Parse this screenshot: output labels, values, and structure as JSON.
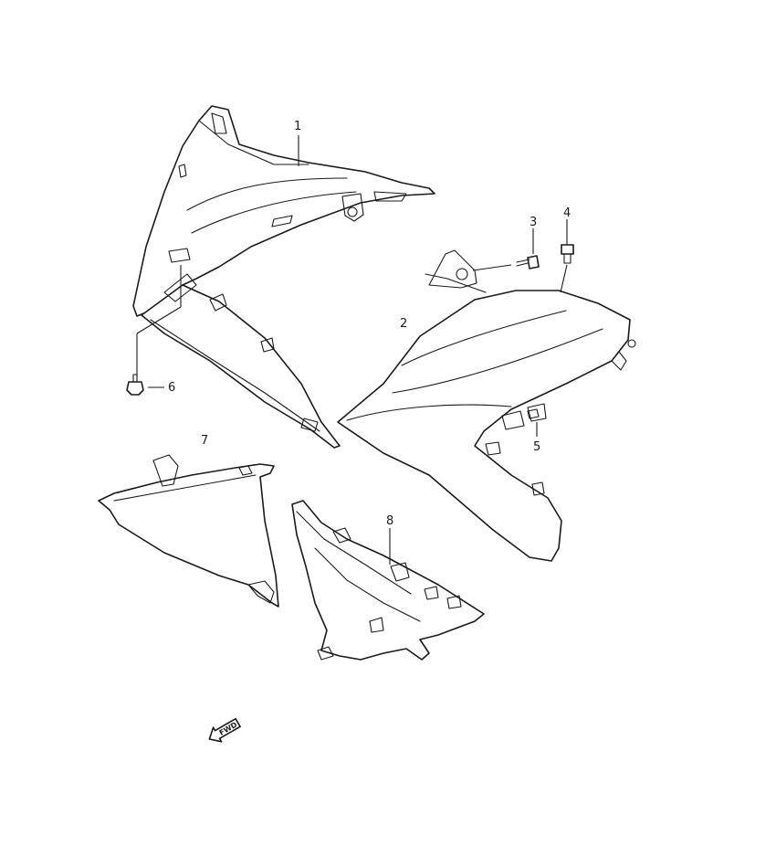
{
  "diagram": {
    "parts": [
      {
        "id": "1",
        "label": "1"
      },
      {
        "id": "2",
        "label": "2"
      },
      {
        "id": "3",
        "label": "3"
      },
      {
        "id": "4",
        "label": "4"
      },
      {
        "id": "5",
        "label": "5"
      },
      {
        "id": "6",
        "label": "6"
      },
      {
        "id": "7",
        "label": "7"
      },
      {
        "id": "8",
        "label": "8"
      }
    ],
    "direction_arrow": {
      "label": "FWD"
    }
  }
}
